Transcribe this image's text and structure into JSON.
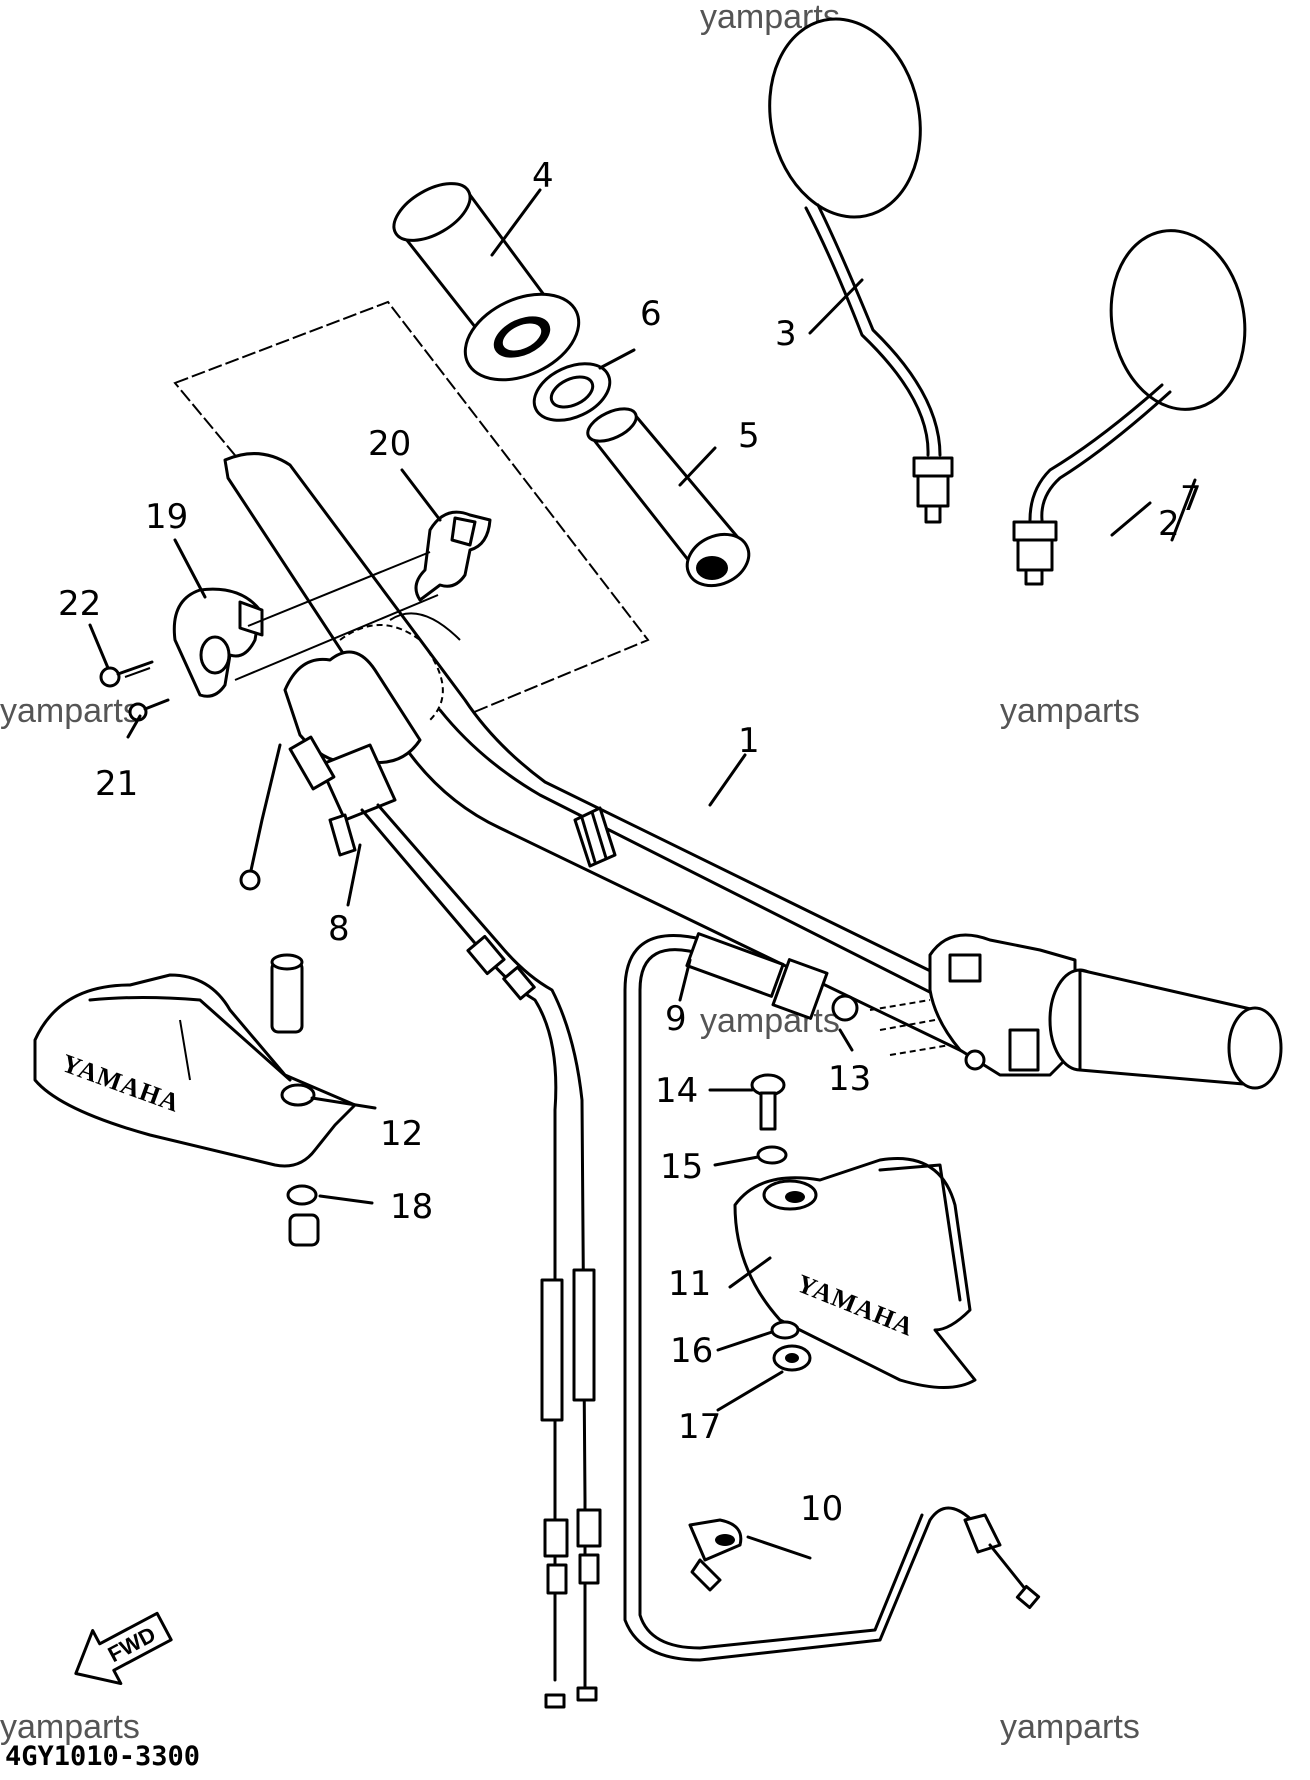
{
  "watermark": "yamparts",
  "diagram_code": "4GY1010-3300",
  "direction_label": "FWD",
  "brand_text": "YAMAHA",
  "callouts": [
    "1",
    "2",
    "3",
    "4",
    "5",
    "6",
    "7",
    "8",
    "9",
    "10",
    "11",
    "12",
    "13",
    "14",
    "15",
    "16",
    "17",
    "18",
    "19",
    "20",
    "21",
    "22"
  ]
}
